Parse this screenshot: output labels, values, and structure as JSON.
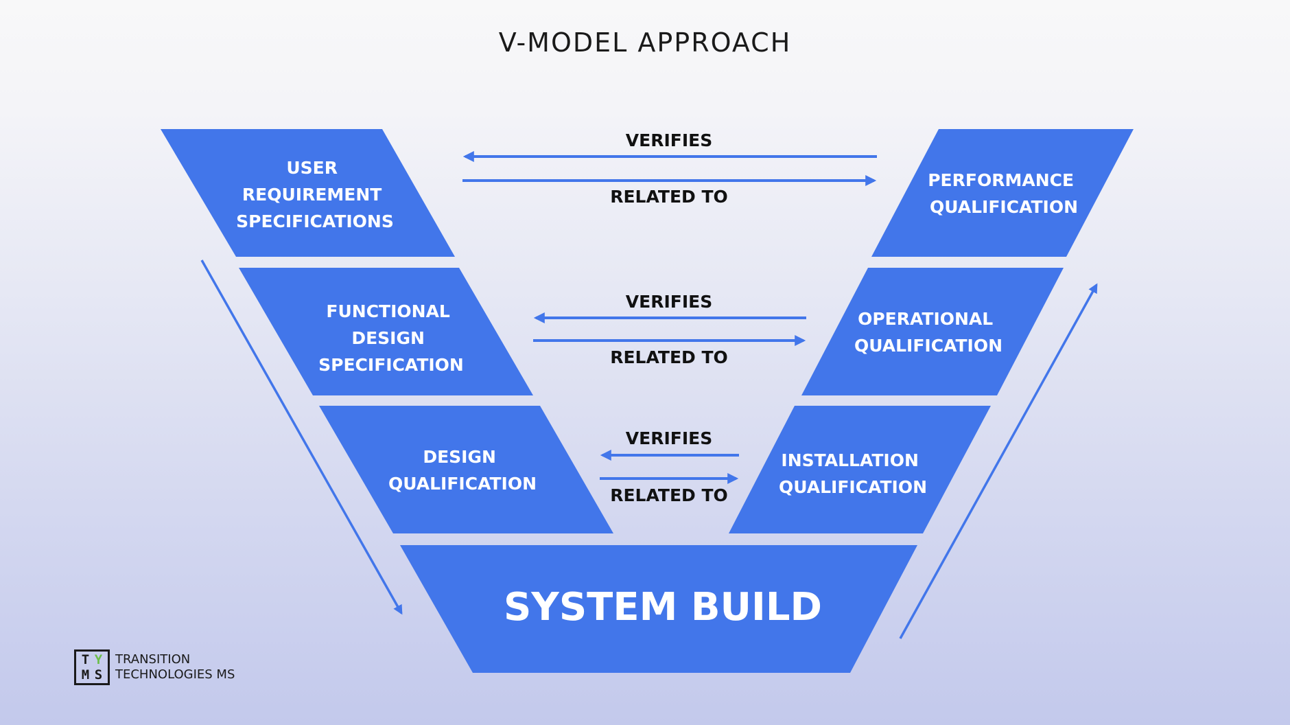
{
  "title": "V-MODEL APPROACH",
  "colors": {
    "block": "#4276ea",
    "arrow": "#4276ea",
    "relation_text": "#111111",
    "logo_sprout": "#6cbf4a"
  },
  "left_blocks": [
    {
      "id": "urs",
      "lines": [
        "USER",
        "REQUIREMENT",
        "SPECIFICATIONS"
      ]
    },
    {
      "id": "fds",
      "lines": [
        "FUNCTIONAL",
        "DESIGN",
        "SPECIFICATION"
      ]
    },
    {
      "id": "dq",
      "lines": [
        "DESIGN",
        "QUALIFICATION"
      ]
    }
  ],
  "right_blocks": [
    {
      "id": "pq",
      "lines": [
        "PERFORMANCE",
        "QUALIFICATION"
      ]
    },
    {
      "id": "oq",
      "lines": [
        "OPERATIONAL",
        "QUALIFICATION"
      ]
    },
    {
      "id": "iq",
      "lines": [
        "INSTALLATION",
        "QUALIFICATION"
      ]
    }
  ],
  "bottom_block": {
    "id": "sb",
    "label": "SYSTEM BUILD"
  },
  "relations": [
    {
      "from": "pq",
      "to": "urs",
      "verifies_label": "VERIFIES",
      "related_label": "RELATED TO"
    },
    {
      "from": "oq",
      "to": "fds",
      "verifies_label": "VERIFIES",
      "related_label": "RELATED TO"
    },
    {
      "from": "iq",
      "to": "dq",
      "verifies_label": "VERIFIES",
      "related_label": "RELATED TO"
    }
  ],
  "flow": {
    "left_direction": "down",
    "right_direction": "up"
  },
  "logo": {
    "mark": [
      "T",
      "Y",
      "M",
      "S"
    ],
    "line1": "TRANSITION",
    "line2": "TECHNOLOGIES MS"
  }
}
